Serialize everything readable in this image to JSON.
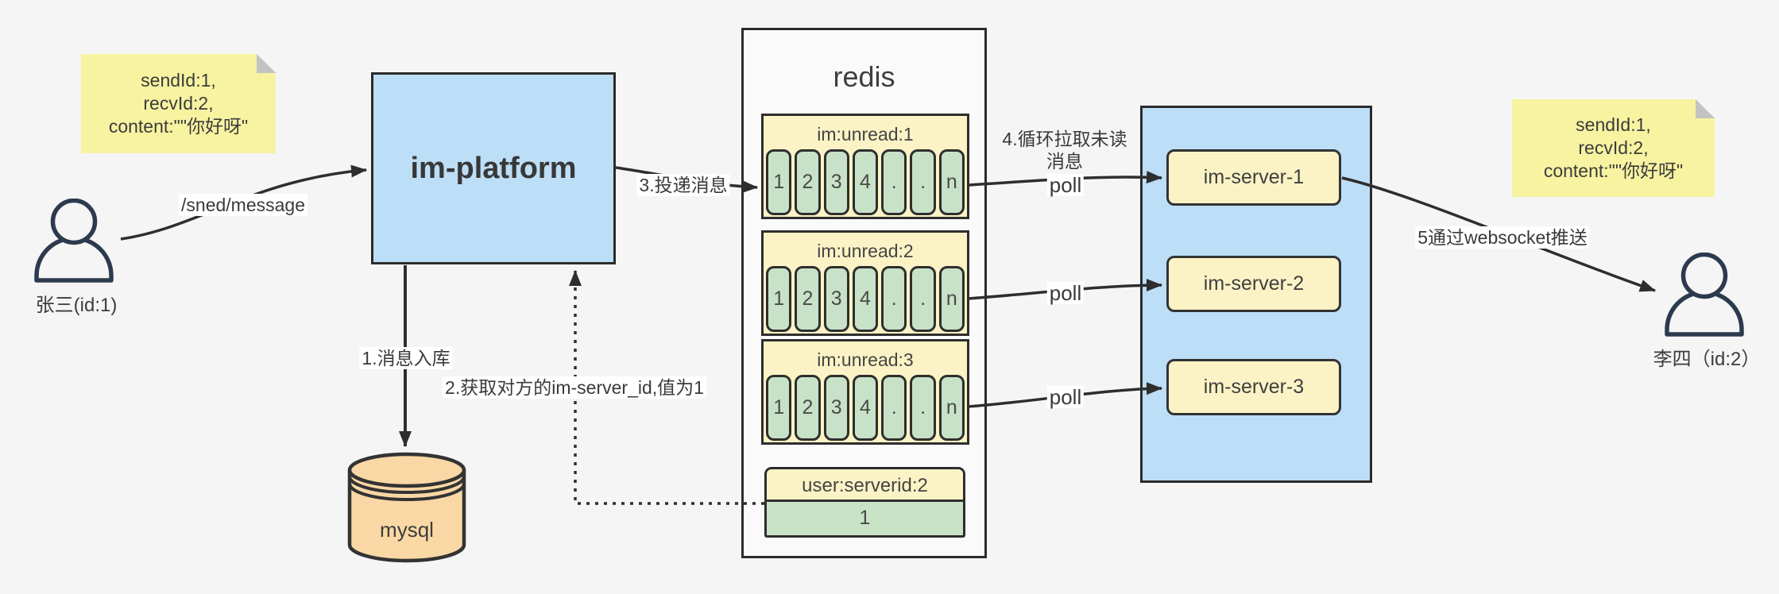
{
  "colors": {
    "canvas_bg": "#f5f5f6",
    "stroke": "#2e2e2e",
    "blue_fill": "#bddef7",
    "note_yellow": "#f7f3a1",
    "pale_yellow": "#fbf3c5",
    "cell_green": "#c8e2c8",
    "mysql_orange": "#f9d8a5",
    "fold_gray": "#c2c2c2"
  },
  "notes": {
    "left": {
      "lines": [
        "sendId:1,",
        "recvId:2,",
        "content:\"\"你好呀\""
      ]
    },
    "right": {
      "lines": [
        "sendId:1,",
        "recvId:2,",
        "content:\"\"你好呀\""
      ]
    }
  },
  "actors": {
    "sender": {
      "label": "张三(id:1)"
    },
    "receiver": {
      "label": "李四（id:2）"
    }
  },
  "platform": {
    "label": "im-platform"
  },
  "database": {
    "label": "mysql"
  },
  "redis": {
    "title": "redis",
    "queues": [
      {
        "header": "im:unread:1",
        "cells": [
          "1",
          "2",
          "3",
          "4",
          ".",
          ".",
          "n"
        ]
      },
      {
        "header": "im:unread:2",
        "cells": [
          "1",
          "2",
          "3",
          "4",
          ".",
          ".",
          "n"
        ]
      },
      {
        "header": "im:unread:3",
        "cells": [
          "1",
          "2",
          "3",
          "4",
          ".",
          ".",
          "n"
        ]
      }
    ],
    "kv": {
      "header": "user:serverid:2",
      "value": "1"
    }
  },
  "cluster": {
    "servers": [
      {
        "label": "im-server-1"
      },
      {
        "label": "im-server-2"
      },
      {
        "label": "im-server-3"
      }
    ]
  },
  "edges": {
    "send": {
      "label": "/sned/message"
    },
    "store": {
      "label": "1.消息入库"
    },
    "lookup": {
      "label": "2.获取对方的im-server_id,值为1"
    },
    "deliver": {
      "label": "3.投递消息"
    },
    "pull": {
      "label": "4.循环拉取未读消息"
    },
    "poll1": {
      "label": "poll"
    },
    "poll2": {
      "label": "poll"
    },
    "poll3": {
      "label": "poll"
    },
    "push": {
      "label": "5通过websocket推送"
    }
  }
}
